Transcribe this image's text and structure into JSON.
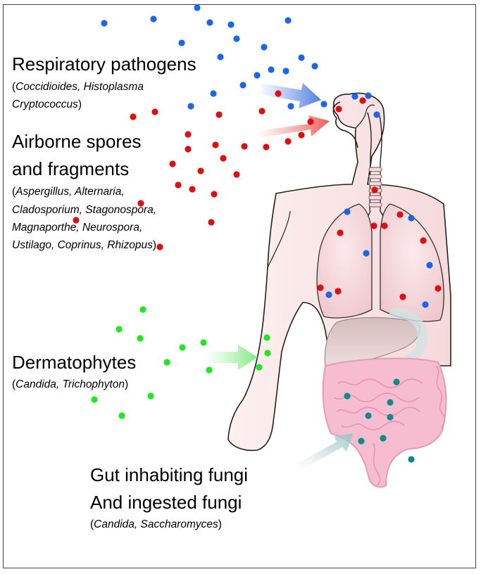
{
  "groups": {
    "respiratory": {
      "title": "Respiratory pathogens",
      "species_line1": "Coccidioides, Histoplasma",
      "species_line2": "Cryptococcus",
      "color": "#1a66e6"
    },
    "airborne": {
      "title_line1": "Airborne spores",
      "title_line2": "and fragments",
      "species": [
        "Aspergillus, Alternaria,",
        "Cladosporium, Stagonospora,",
        "Magnaporthe, Neurospora,",
        "Ustilago, Coprinus, Rhizopus"
      ],
      "color": "#e00f0f"
    },
    "dermatophytes": {
      "title": "Dermatophytes",
      "species": "Candida, Trichophyton",
      "color": "#1ee81e"
    },
    "gut": {
      "title_line1": "Gut inhabiting fungi",
      "title_line2": "And ingested fungi",
      "species": "Candida, Saccharomyces",
      "color": "#0e8a88"
    }
  },
  "icons": [
    "human-body-outline",
    "lungs",
    "liver",
    "intestines",
    "inhalation-arrow",
    "skin-contact-arrow",
    "ingestion-arrow"
  ]
}
